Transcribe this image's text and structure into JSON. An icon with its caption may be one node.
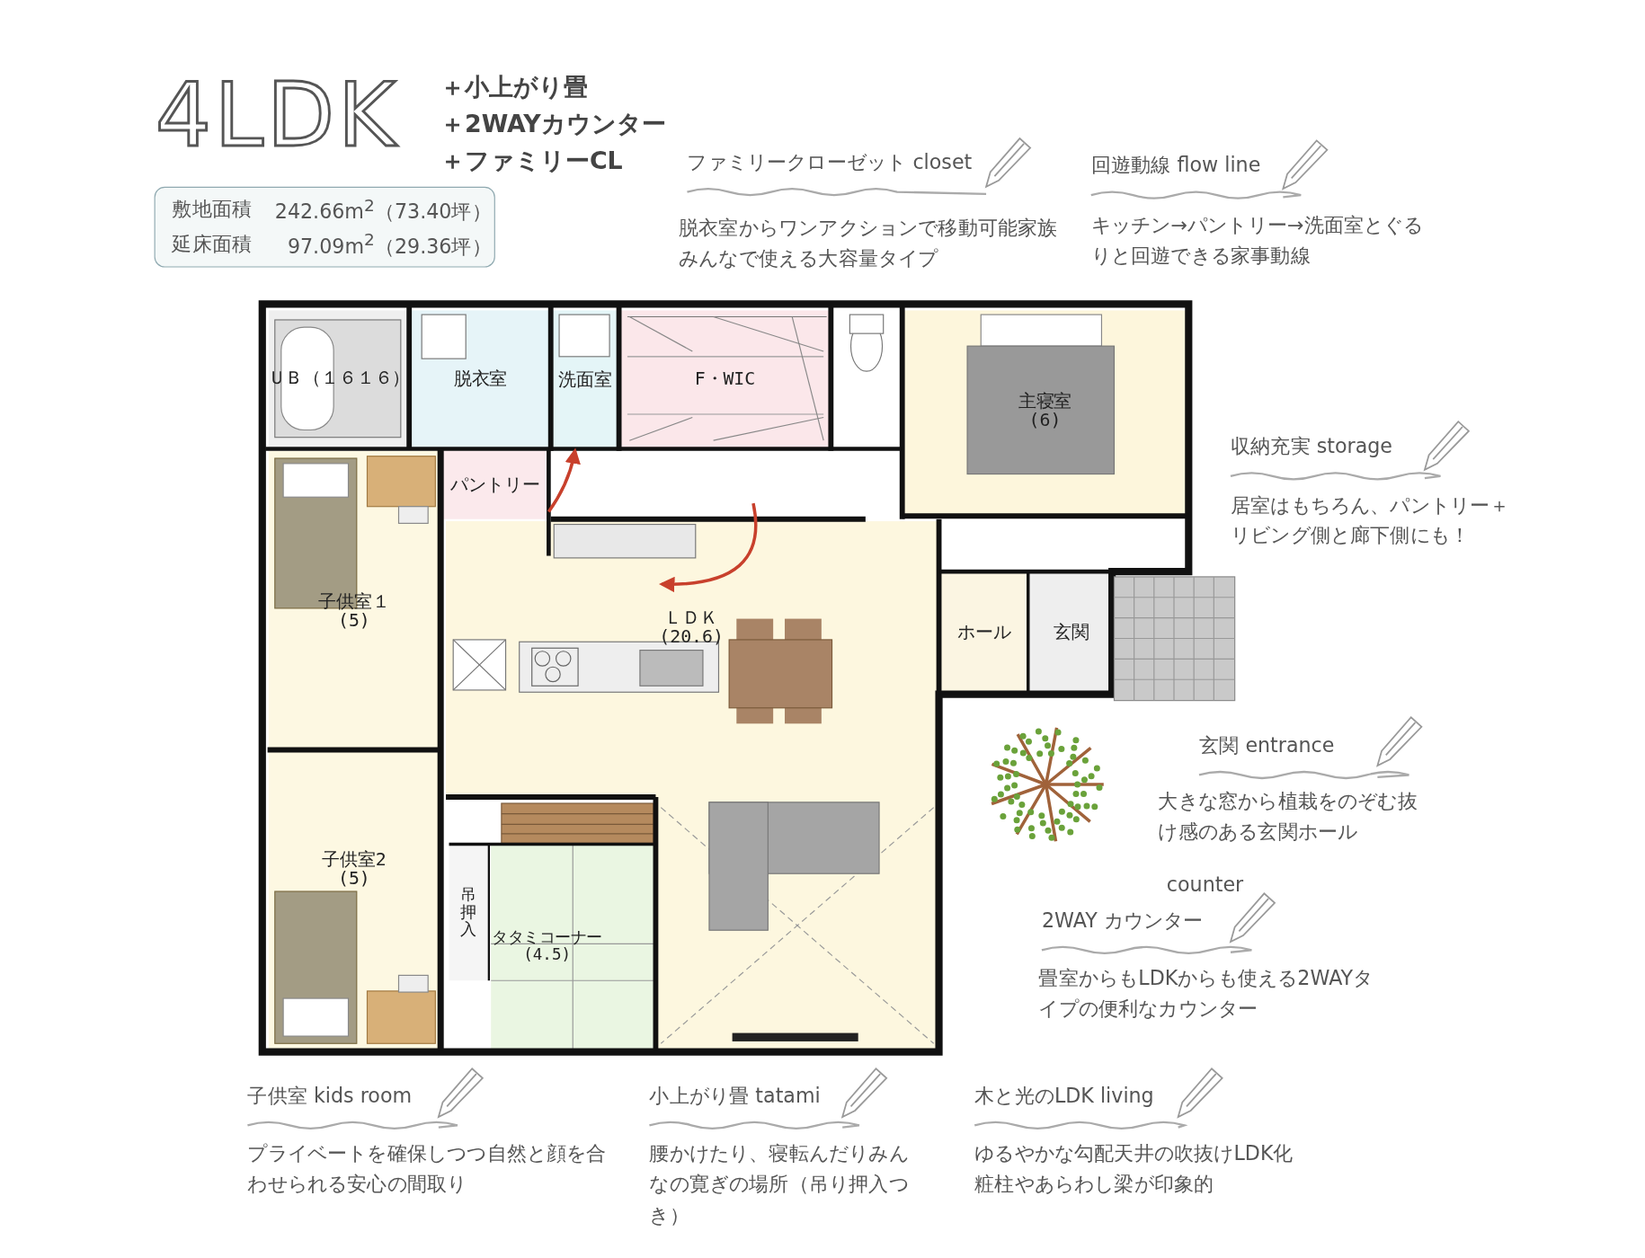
{
  "diagram": {
    "title": "4LDK",
    "nodes": [
      {
        "text": [
          "敷地面積",
          "242.66m$^{2}$（73.40坪）",
          "延床面積",
          "97.09m$^{2}$（29.36坪）"
        ]
      },
      {
        "text": [
          "ＵＢ（１６１６）"
        ]
      },
      {
        "text": [
          "脱衣室"
        ]
      },
      {
        "text": [
          "洗面室"
        ]
      },
      {
        "text": [
          "F・WIC"
        ]
      },
      {
        "text": [
          "主寝室",
          "(6)"
        ]
      },
      {
        "text": [
          "子供室１",
          "(5)"
        ]
      },
      {
        "text": [
          "パントリー"
        ]
      },
      {
        "text": [
          "ＬＤＫ",
          "(20.6)"
        ]
      },
      {
        "text": [
          "ホール"
        ]
      },
      {
        "text": [
          "玄関"
        ]
      },
      {
        "text": [
          "子供室2",
          "(5)"
        ]
      },
      {
        "text": [
          "吊押入"
        ]
      },
      {
        "text": [
          "タタミコーナー",
          "(4.5)"
        ]
      }
    ],
    "edges": [
      {
        "from": 7,
        "to": 3,
        "arrow": "to"
      },
      {
        "from": null,
        "to": 8,
        "arrow": "to"
      }
    ],
    "labels": [
      "＋小上がり畳",
      "＋2WAYカウンター",
      "＋ファミリーCL",
      "ファミリークローゼット closet",
      "脱衣室からワンアクションで移動可能家族みんなで使える大容量タイプ",
      "回遊動線 flow line",
      "キッチン→パントリー→洗面室とぐるりと回遊できる家事動線",
      "収納充実 storage",
      "居室はもちろん、パントリー＋リビング側と廊下側にも！",
      "玄関 entrance",
      "大きな窓から植栽をのぞむ抜け感のある玄関ホール",
      "counter",
      "2WAY カウンター",
      "畳室からもLDKからも使える2WAYタイプの便利なカウンター",
      "子供室 kids room",
      "プライベートを確保しつつ自然と顔を合わせられる安心の間取り",
      "小上がり畳 tatami",
      "腰かけたり、寝転んだりみんなの寛ぎの場所（吊り押入つき）",
      "木と光のLDK living",
      "ゆるやかな勾配天井の吹抜けLDK化粧柱やあらわし梁が印象的"
    ]
  }
}
